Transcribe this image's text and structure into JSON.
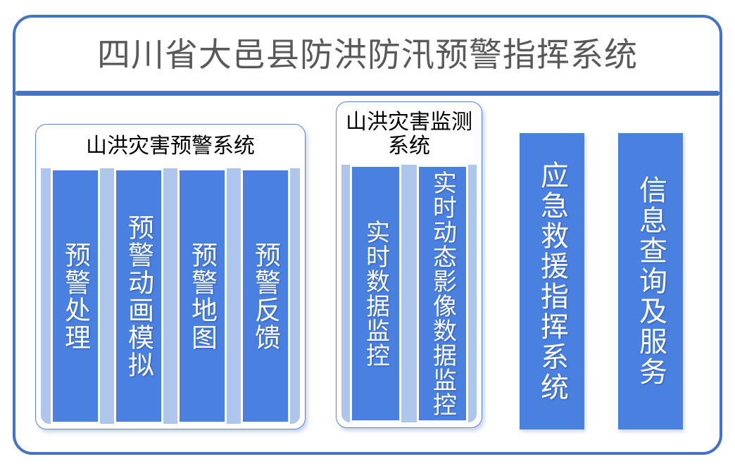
{
  "header": {
    "title": "四川省大邑县防洪防汛预警指挥系统"
  },
  "colors": {
    "frame_border": "#4472c4",
    "divider": "#4472c4",
    "panel_border": "#5b86d6",
    "panel_body": "#aec5ec",
    "column_blue": "#4a80e0",
    "title_gray": "#595959",
    "column_text": "#ffffff"
  },
  "panels": [
    {
      "id": "warning",
      "title": "山洪灾害预警系统",
      "columns": [
        {
          "label": "预警处理"
        },
        {
          "label": "预警动画模拟"
        },
        {
          "label": "预警地图"
        },
        {
          "label": "预警反馈"
        }
      ]
    },
    {
      "id": "monitor",
      "title": "山洪灾害监测系统",
      "columns": [
        {
          "label": "实时数据监控"
        },
        {
          "label": "实时动态影像数据监控"
        }
      ]
    }
  ],
  "bars": [
    {
      "id": "emergency",
      "label": "应急救援指挥系统"
    },
    {
      "id": "info",
      "label": "信息查询及服务"
    }
  ]
}
